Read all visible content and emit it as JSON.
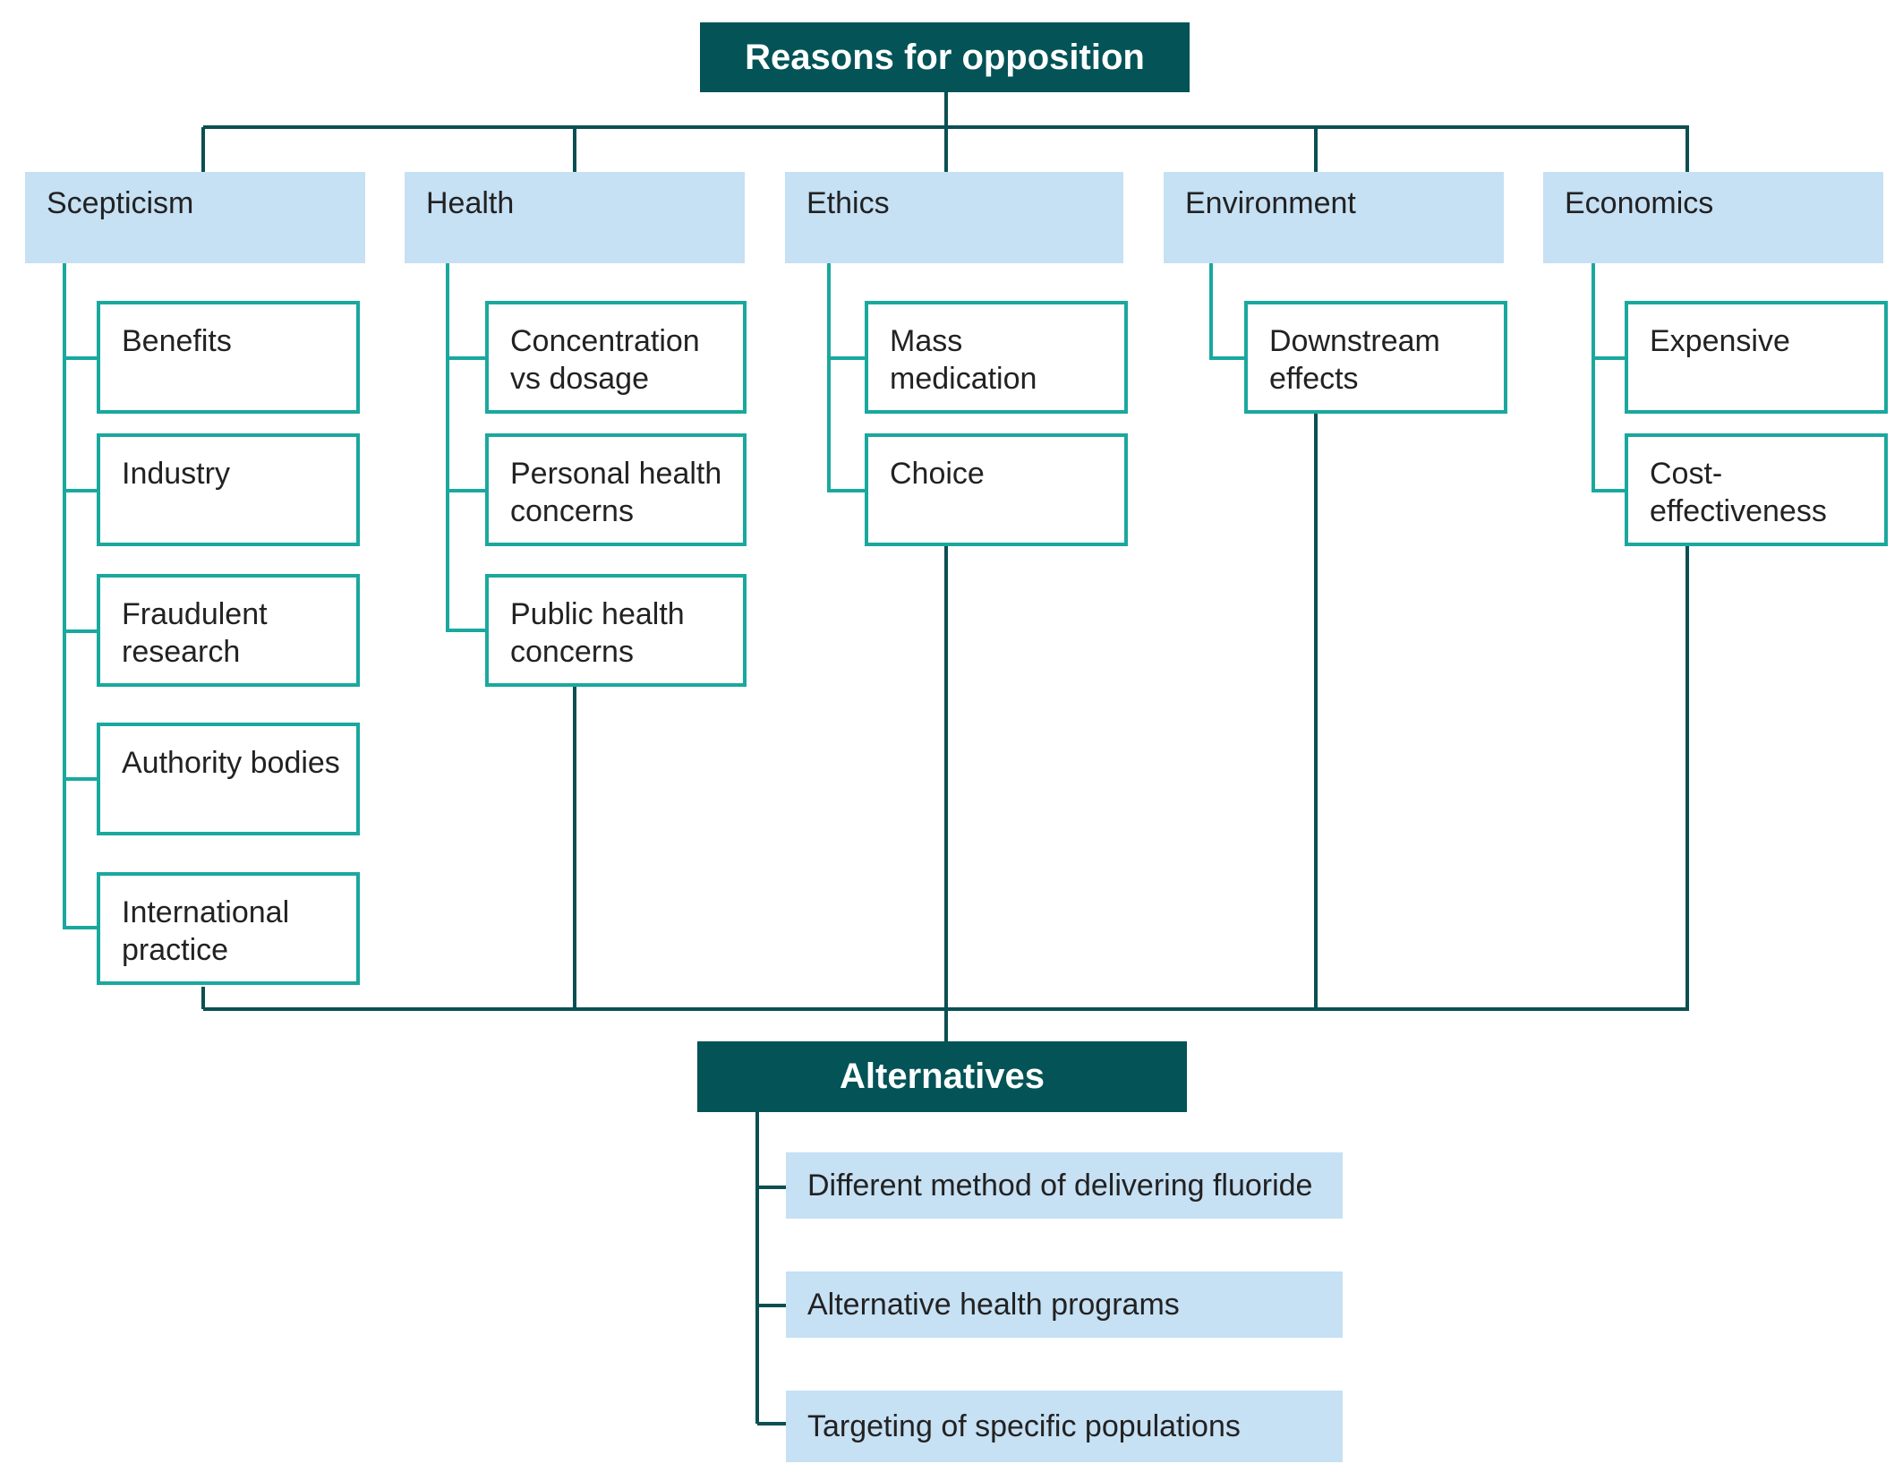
{
  "diagram": {
    "colors": {
      "dark_box": "#035357",
      "category_box": "#c6e0f4",
      "teal_line": "#1aa89e",
      "dark_line": "#0b4f52"
    },
    "top_title": "Reasons for opposition",
    "bottom_title": "Alternatives",
    "categories": [
      {
        "label": "Scepticism",
        "items": [
          "Benefits",
          "Industry",
          "Fraudulent research",
          "Authority bodies",
          "International practice"
        ]
      },
      {
        "label": "Health",
        "items": [
          "Concentration vs dosage",
          "Personal health concerns",
          "Public health concerns"
        ]
      },
      {
        "label": "Ethics",
        "items": [
          "Mass medication",
          "Choice"
        ]
      },
      {
        "label": "Environment",
        "items": [
          "Downstream effects"
        ]
      },
      {
        "label": "Economics",
        "items": [
          "Expensive",
          "Cost-effectiveness"
        ]
      }
    ],
    "alternatives": [
      "Different method of delivering fluoride",
      "Alternative health programs",
      "Targeting of specific populations"
    ]
  }
}
